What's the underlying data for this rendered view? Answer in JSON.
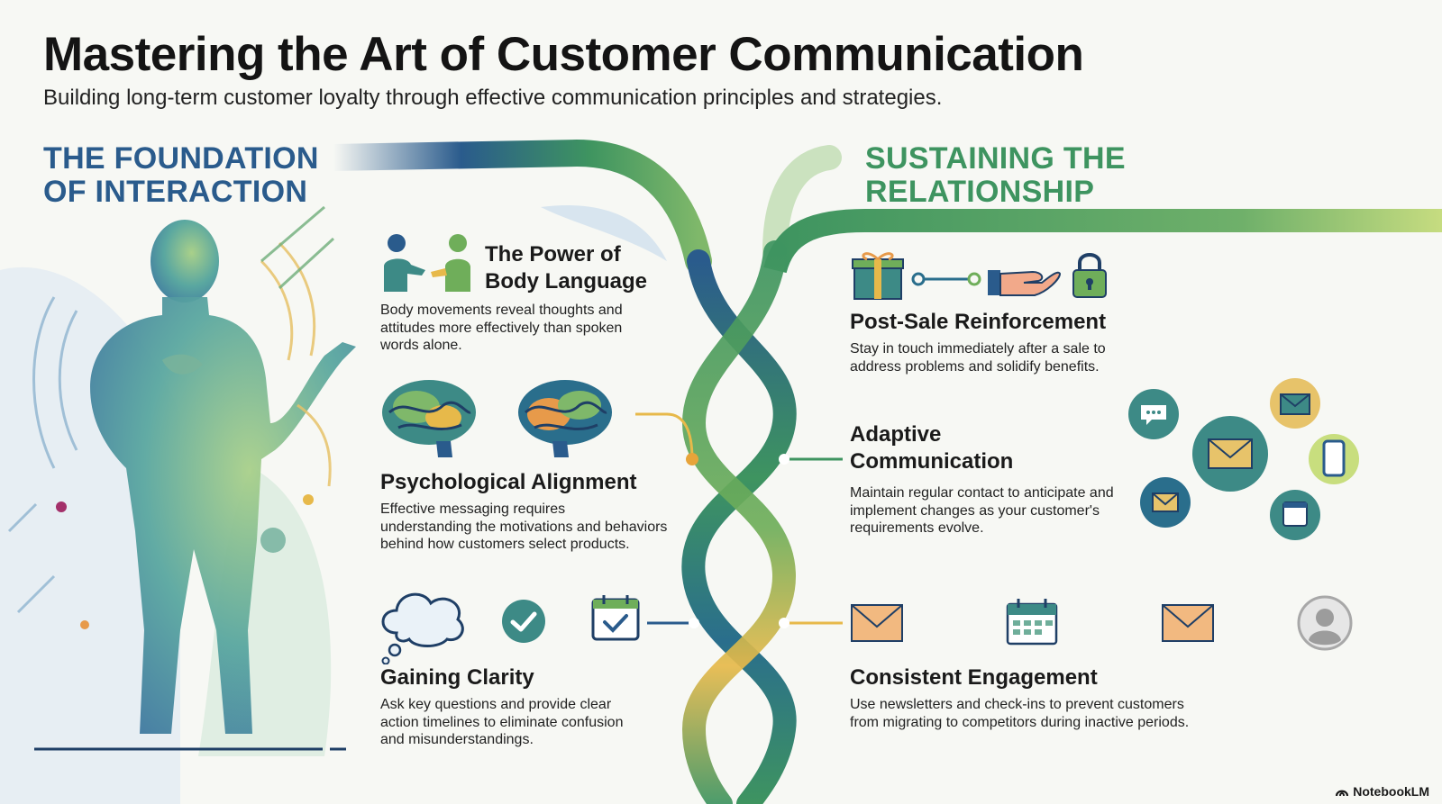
{
  "header": {
    "title": "Mastering the Art of Customer Communication",
    "subtitle": "Building long-term customer loyalty through effective communication principles and strategies."
  },
  "sections": {
    "left_heading": [
      "THE FOUNDATION",
      "OF INTERACTION"
    ],
    "right_heading": [
      "SUSTAINING THE",
      "RELATIONSHIP"
    ]
  },
  "left_items": [
    {
      "title": [
        "The Power of",
        "Body Language"
      ],
      "desc": [
        "Body movements reveal thoughts and",
        "attitudes more effectively than spoken",
        "words alone."
      ],
      "icons": [
        "people-gesturing-icon"
      ]
    },
    {
      "title": [
        "Psychological Alignment"
      ],
      "desc": [
        "Effective messaging requires",
        "understanding the motivations and behaviors",
        "behind how customers select products."
      ],
      "icons": [
        "brain-icon",
        "brain-icon"
      ]
    },
    {
      "title": [
        "Gaining Clarity"
      ],
      "desc": [
        "Ask key questions and provide clear",
        "action timelines to eliminate confusion",
        "and misunderstandings."
      ],
      "icons": [
        "thought-cloud-icon",
        "checkmark-icon",
        "calendar-check-icon"
      ]
    }
  ],
  "right_items": [
    {
      "title": [
        "Post-Sale Reinforcement"
      ],
      "desc": [
        "Stay in touch immediately after a sale to",
        "address problems and solidify benefits."
      ],
      "icons": [
        "gift-icon",
        "link-icon",
        "handshake-icon",
        "lock-icon"
      ]
    },
    {
      "title": [
        "Adaptive",
        "Communication"
      ],
      "desc": [
        "Maintain regular contact to anticipate and",
        "implement changes as your customer's",
        "requirements evolve."
      ],
      "icons": [
        "chat-bubble-icon",
        "envelope-icon",
        "mobile-phone-icon",
        "calendar-icon"
      ]
    },
    {
      "title": [
        "Consistent Engagement"
      ],
      "desc": [
        "Use newsletters and check-ins to prevent customers",
        "from migrating to competitors during inactive periods."
      ],
      "icons": [
        "envelope-icon",
        "calendar-icon",
        "envelope-icon",
        "user-avatar-icon"
      ]
    }
  ],
  "footer": {
    "brand": "NotebookLM"
  },
  "colors": {
    "navy": "#2a5b8c",
    "green": "#3e9460",
    "gold": "#e7b94a",
    "teal": "#3d8a86"
  }
}
